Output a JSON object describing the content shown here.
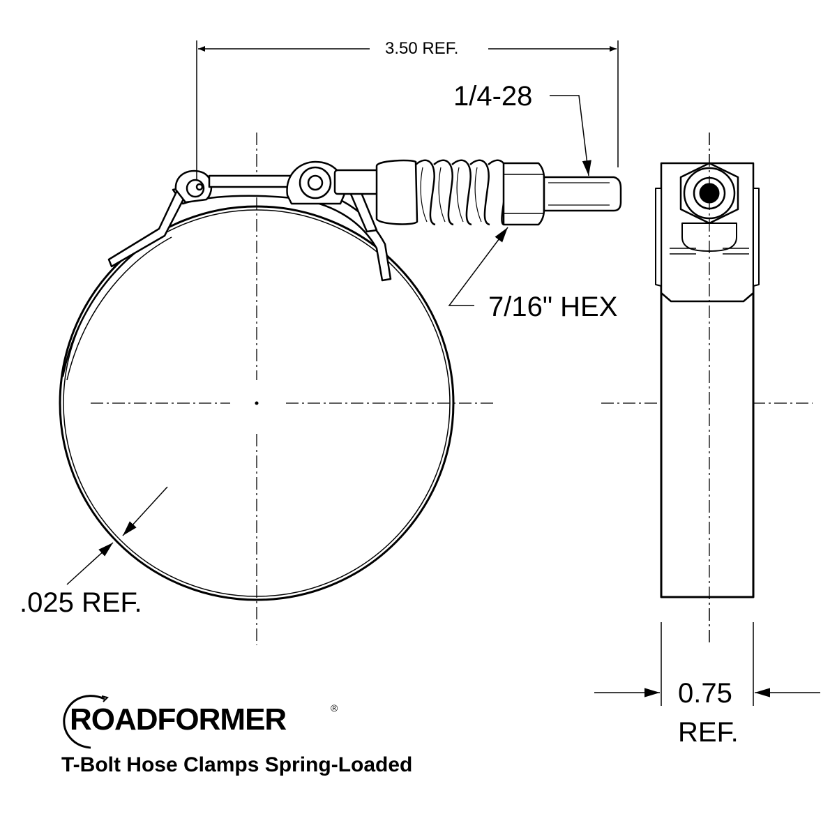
{
  "dimensions": {
    "overall_length": "3.50 REF.",
    "thread": "1/4-28",
    "hex": "7/16\" HEX",
    "band_thickness": ".025 REF.",
    "band_width_value": "0.75",
    "band_width_ref": "REF."
  },
  "brand": {
    "logo_letter": "R",
    "name_rest": "OADFORMER",
    "registered_mark": "®"
  },
  "product_title": "T-Bolt Hose Clamps Spring-Loaded",
  "colors": {
    "ink": "#000000",
    "paper": "#ffffff"
  }
}
